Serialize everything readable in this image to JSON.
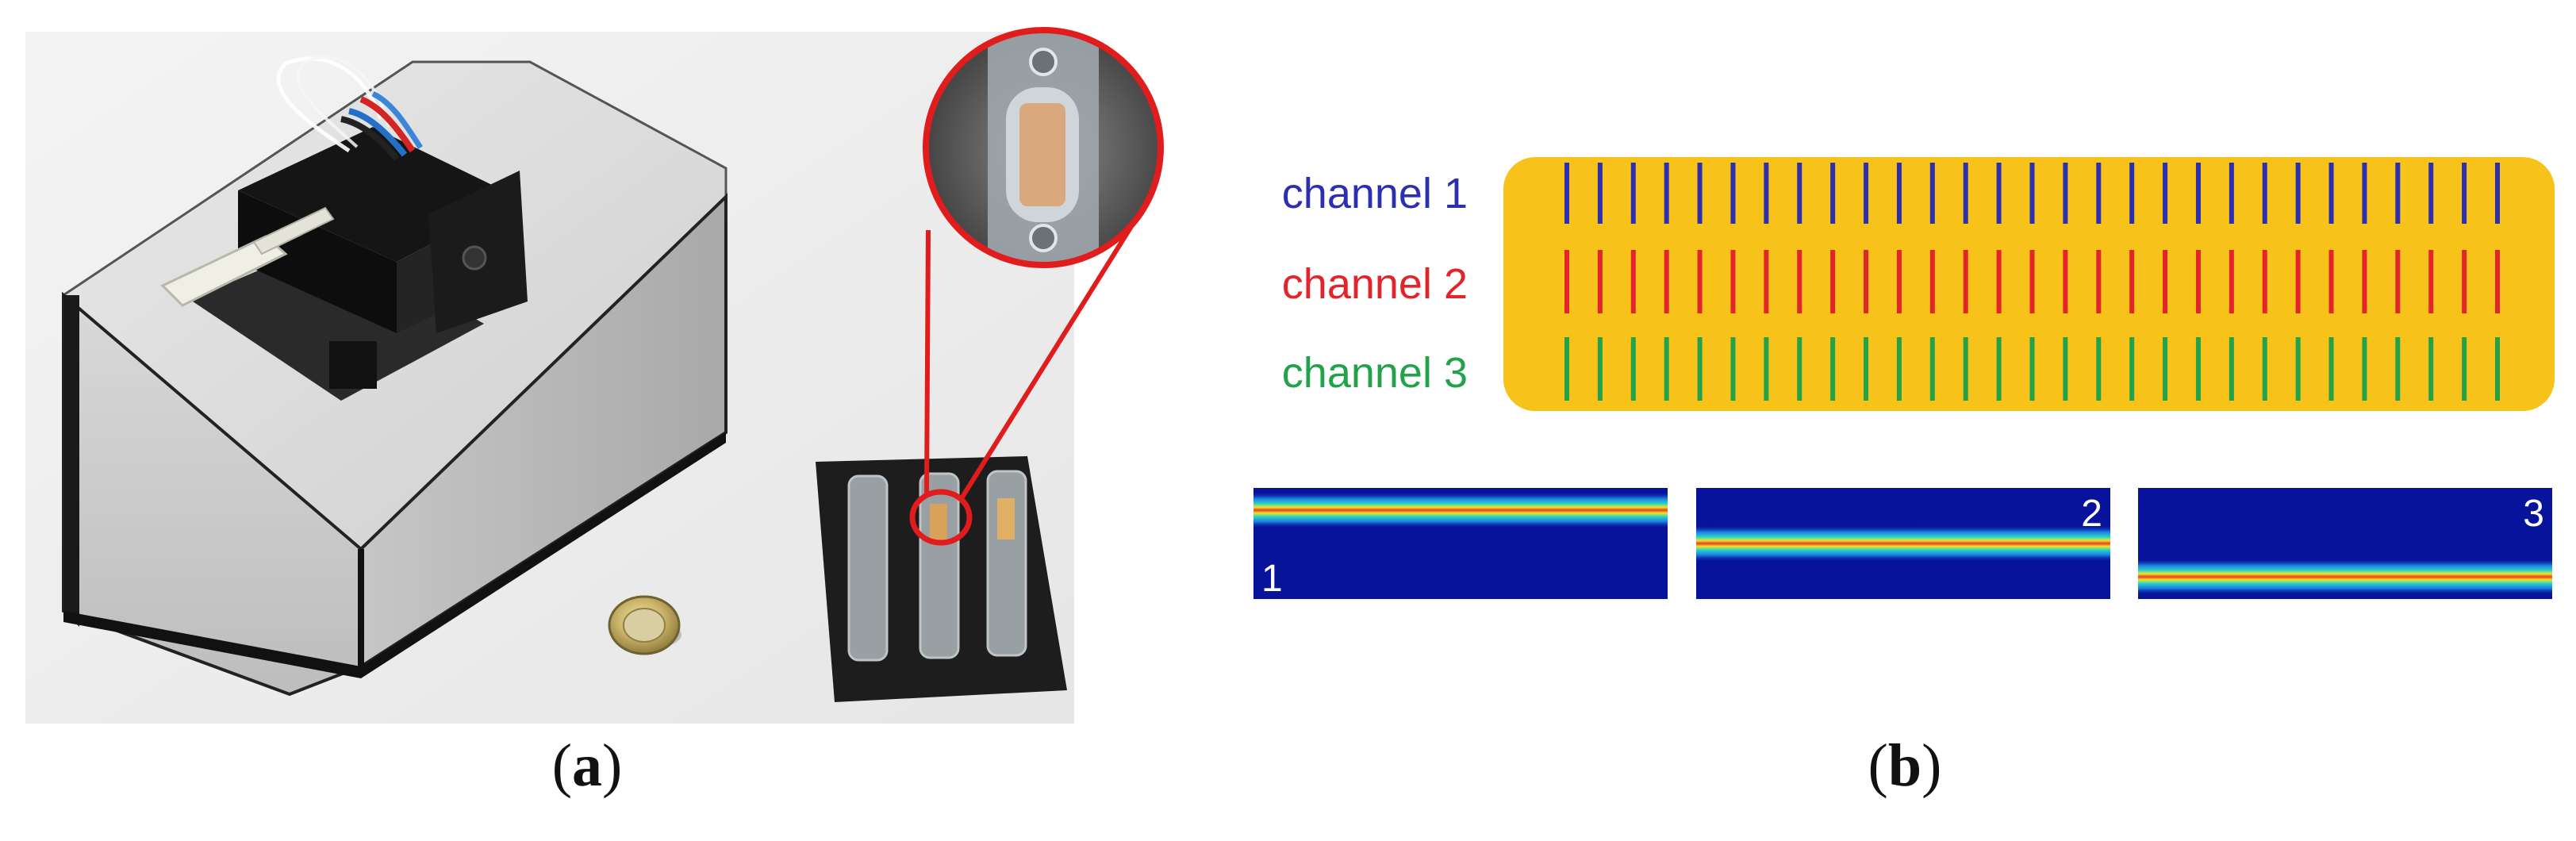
{
  "figure": {
    "panel_a": {
      "caption_letter": "a"
    },
    "panel_b": {
      "channels": [
        {
          "label": "channel 1",
          "color": "#2b2fb0"
        },
        {
          "label": "channel 2",
          "color": "#e3242b"
        },
        {
          "label": "channel 3",
          "color": "#22a24a"
        }
      ],
      "electrode_lines_per_channel": 29,
      "chip_color": "#f7c21a",
      "maps": [
        {
          "label": "1",
          "stream_level": 0.2,
          "label_corner": "bottom-left"
        },
        {
          "label": "2",
          "stream_level": 0.5,
          "label_corner": "top-right"
        },
        {
          "label": "3",
          "stream_level": 0.8,
          "label_corner": "top-right"
        }
      ],
      "map_background": "#07139a",
      "caption_letter": "b"
    }
  }
}
